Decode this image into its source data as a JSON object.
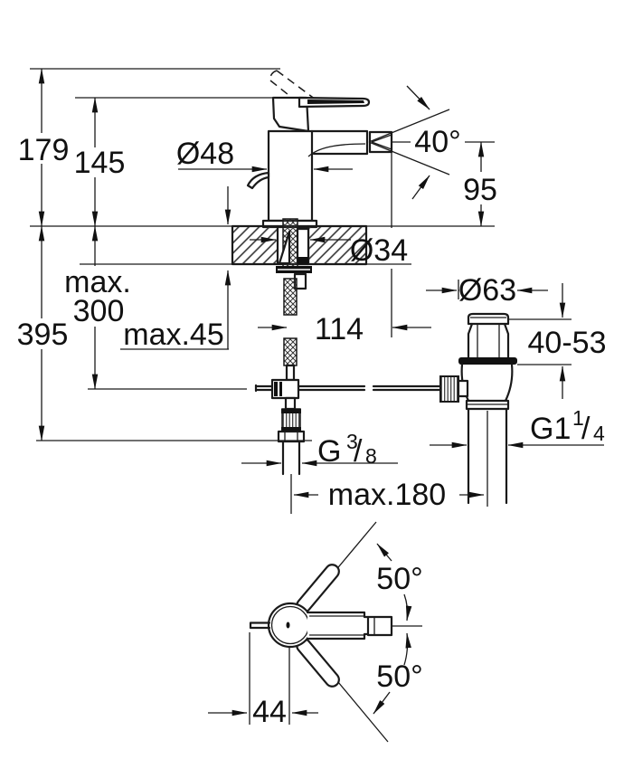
{
  "labels": {
    "d179": "179",
    "d145": "145",
    "d48": "Ø48",
    "d40": "40°",
    "d95": "95",
    "d34": "Ø34",
    "dmax_word": "max.",
    "d300": "300",
    "d395": "395",
    "dmax45": "max.45",
    "d114": "114",
    "d63": "Ø63",
    "d4053": "40-53",
    "dmax180": "max.180",
    "d50_top": "50°",
    "d50_bottom": "50°",
    "d44": "44",
    "g38": {
      "base": "G",
      "sup": "3",
      "slash": "/",
      "sub": "8"
    },
    "g114": {
      "base": "G1",
      "sup": "1",
      "slash": "/",
      "sub": "4"
    }
  },
  "colors": {
    "line": "#1a1a1a",
    "background": "#ffffff"
  }
}
